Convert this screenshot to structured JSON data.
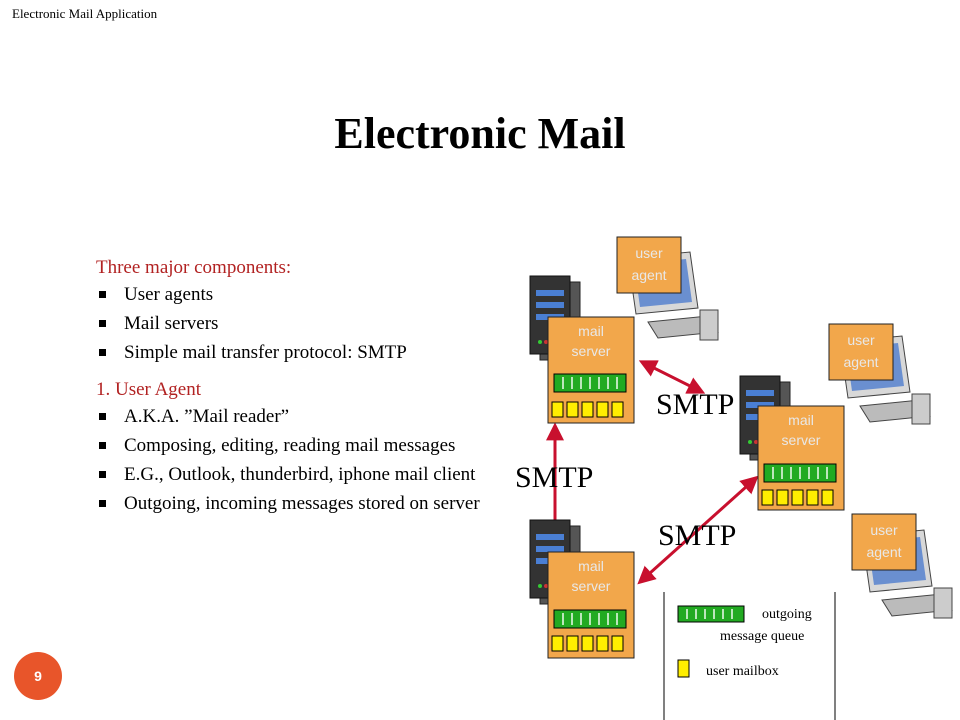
{
  "header": {
    "text": "Electronic Mail Application"
  },
  "title": "Electronic Mail",
  "content": {
    "components_heading": "Three major components:",
    "components": [
      "User agents",
      "Mail servers",
      "Simple mail transfer protocol: SMTP"
    ],
    "section_heading": "1. User Agent",
    "section_items": [
      "A.K.A. ”Mail reader”",
      "Composing, editing, reading mail messages",
      "E.G., Outlook, thunderbird, iphone mail client",
      "Outgoing, incoming messages stored on server"
    ]
  },
  "diagram": {
    "mail_server_label_line1": "mail",
    "mail_server_label_line2": "server",
    "user_agent_label_line1": "user",
    "user_agent_label_line2": "agent",
    "smtp_labels": [
      "SMTP",
      "SMTP",
      "SMTP"
    ],
    "legend": {
      "outgoing_line1": "outgoing",
      "outgoing_line2": "message queue",
      "mailbox": "user mailbox"
    },
    "colors": {
      "arrow": "#c8102e",
      "queue": "#22aa22",
      "mailbox": "#ffee00",
      "server_box": "#f2a74b",
      "label": "#e8e8e8"
    }
  },
  "page_number": "9"
}
